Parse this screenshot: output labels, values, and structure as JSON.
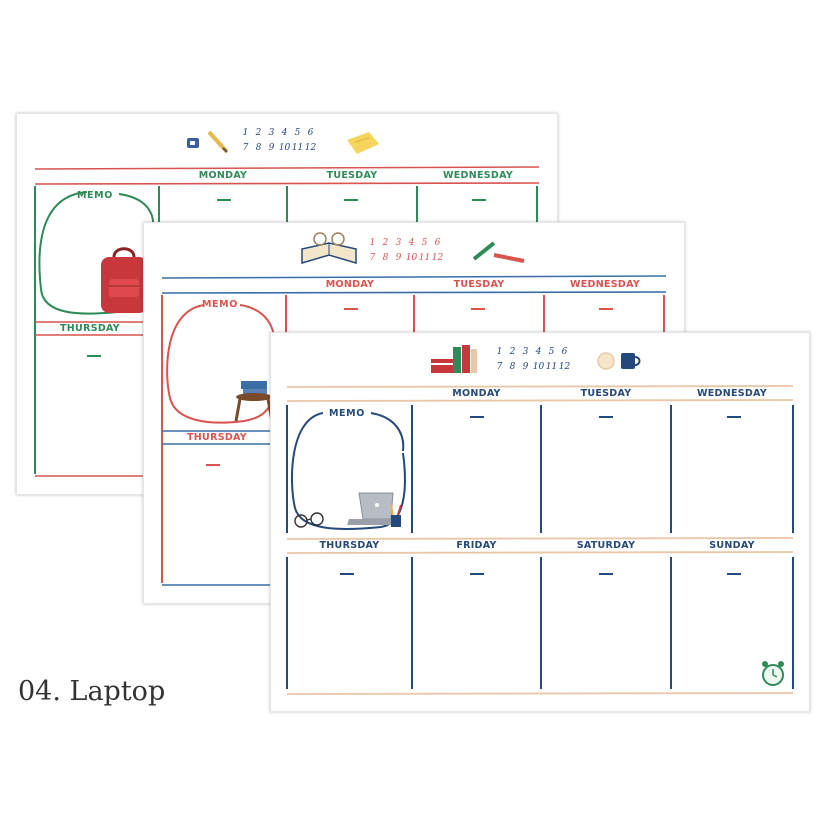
{
  "caption": "04. Laptop",
  "sheets": {
    "back": {
      "color": "#2e8b57",
      "accent": "#d9534f",
      "top_days": [
        "MONDAY",
        "TUESDAY",
        "WEDNESDAY"
      ],
      "bottom_days": [
        "THURSDAY"
      ],
      "memo": "MEMO",
      "numbers_row1": [
        "1",
        "2",
        "3",
        "4",
        "5",
        "6"
      ],
      "numbers_row2": [
        "7",
        "8",
        "9",
        "10",
        "11",
        "12"
      ],
      "icons": [
        "sharpener-icon",
        "pencil-icon",
        "memo-pad-icon",
        "backpack-icon"
      ]
    },
    "middle": {
      "color": "#d9534f",
      "accent": "#3b6ea5",
      "top_days": [
        "MONDAY",
        "TUESDAY",
        "WEDNESDAY"
      ],
      "bottom_days": [
        "THURSDAY"
      ],
      "memo": "MEMO",
      "numbers_row1": [
        "1",
        "2",
        "3",
        "4",
        "5",
        "6"
      ],
      "numbers_row2": [
        "7",
        "8",
        "9",
        "10",
        "11",
        "12"
      ],
      "icons": [
        "open-book-glasses-icon",
        "pen-icon",
        "stool-books-icon"
      ]
    },
    "front": {
      "color": "#24497a",
      "accent": "#e9c8a8",
      "top_days": [
        "MONDAY",
        "TUESDAY",
        "WEDNESDAY"
      ],
      "bottom_days": [
        "THURSDAY",
        "FRIDAY",
        "SATURDAY",
        "SUNDAY"
      ],
      "memo": "MEMO",
      "numbers_row1": [
        "1",
        "2",
        "3",
        "4",
        "5",
        "6"
      ],
      "numbers_row2": [
        "7",
        "8",
        "9",
        "10",
        "11",
        "12"
      ],
      "icons": [
        "books-icon",
        "coffee-mug-icon",
        "laptop-icon",
        "glasses-icon",
        "alarm-clock-icon"
      ]
    }
  }
}
